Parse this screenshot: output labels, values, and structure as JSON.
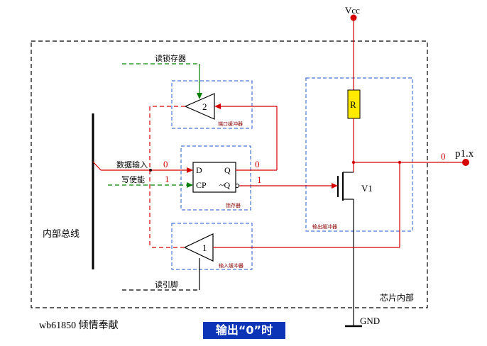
{
  "labels": {
    "vcc": "Vcc",
    "gnd": "GND",
    "pin": "p1.x",
    "pin_value": "0",
    "read_latch": "读锁存器",
    "port_buffer": "端口缓冲器",
    "data_in": "数据输入",
    "write_enable": "写使能",
    "data_in_value": "0",
    "write_enable_value": "1",
    "q_value": "0",
    "nq_value": "1",
    "latch": "锁存器",
    "flipflop_d": "D",
    "flipflop_q": "Q",
    "flipflop_cp": "CP",
    "flipflop_nq": "~Q",
    "buffer_top_num": "2",
    "buffer_bottom_num": "1",
    "input_buffer": "输入缓冲器",
    "read_pin": "读引脚",
    "internal_bus": "内部总线",
    "output_buffer": "输出缓冲器",
    "resistor": "R",
    "transistor": "V1",
    "chip_internal": "芯片内部",
    "author": "wb61850  倾情奉献",
    "caption": "输出“0”时"
  },
  "colors": {
    "wire_red": "#d40000",
    "wire_green": "#008000",
    "dashed_blue": "#4a74d8",
    "resistor_fill": "#ffea00",
    "caption_bg": "#0b34b6"
  }
}
